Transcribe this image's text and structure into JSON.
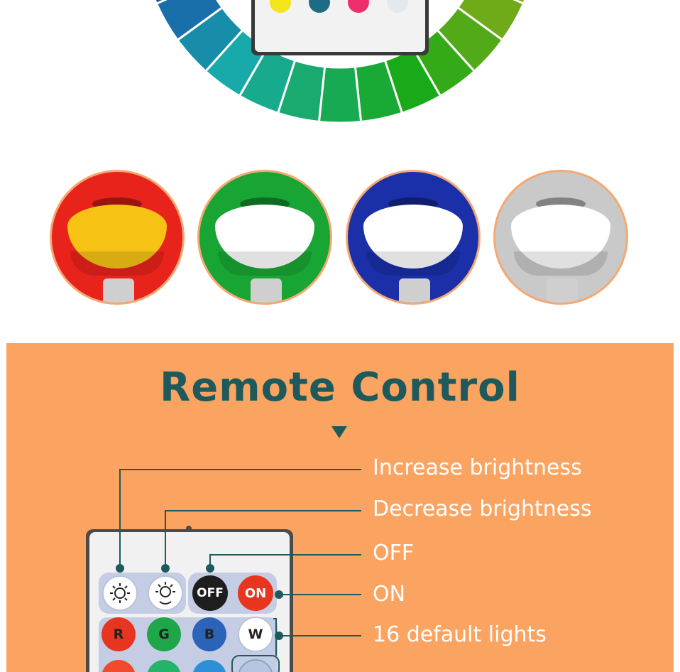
{
  "remote_section": {
    "title": "Remote Control",
    "features": [
      {
        "label": "Increase brightness"
      },
      {
        "label": "Decrease brightness"
      },
      {
        "label": "OFF"
      },
      {
        "label": "ON"
      },
      {
        "label": "16 default lights"
      }
    ]
  },
  "remote_buttons": {
    "off": "OFF",
    "on": "ON",
    "r": "R",
    "g": "G",
    "b": "B",
    "w": "W"
  },
  "bulbs": [
    {
      "name": "red",
      "color": "#e8231c",
      "light": "#f6c315"
    },
    {
      "name": "green",
      "color": "#18a534",
      "light": "#ffffff"
    },
    {
      "name": "blue",
      "color": "#1a2fa8",
      "light": "#ffffff"
    },
    {
      "name": "white",
      "color": "#c9c9c9",
      "light": "#ffffff"
    }
  ],
  "colors": {
    "panel_bg": "#fba462",
    "title": "#1e5a5c",
    "bulb_ring": "#f4a872"
  }
}
